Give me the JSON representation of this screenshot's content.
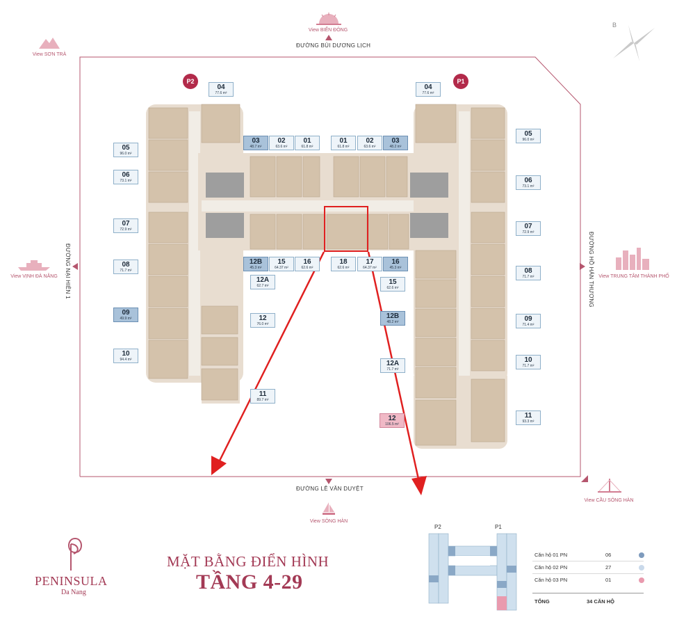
{
  "streets": {
    "top": "ĐƯỜNG BÙI DƯƠNG LỊCH",
    "bottom": "ĐƯỜNG LÊ VĂN DUYỆT",
    "left": "ĐƯỜNG NẠI HIÊN 1",
    "right": "ĐƯỜNG HỒ HÁN THƯƠNG"
  },
  "views": {
    "east": "View BIỂN ĐÔNG",
    "son_tra": "View SƠN TRÀ",
    "vinh_da_nang": "View VỊNH ĐÀ NẴNG",
    "city": "View TRUNG TÂM THÀNH PHỐ",
    "song_han": "View SÔNG HÀN",
    "bridge": "View CẦU SÔNG HÀN"
  },
  "compass": "B",
  "towers": {
    "p2": "P2",
    "p1": "P1"
  },
  "units_left": [
    {
      "code": "04",
      "area": "77.6 m²",
      "type": "2"
    },
    {
      "code": "05",
      "area": "96.0 m²",
      "type": "2"
    },
    {
      "code": "06",
      "area": "73.1 m²",
      "type": "2"
    },
    {
      "code": "07",
      "area": "72.9 m²",
      "type": "2"
    },
    {
      "code": "08",
      "area": "71.7 m²",
      "type": "2"
    },
    {
      "code": "09",
      "area": "49.9 m²",
      "type": "1"
    },
    {
      "code": "10",
      "area": "94.4 m²",
      "type": "2"
    },
    {
      "code": "11",
      "area": "89.7 m²",
      "type": "2"
    },
    {
      "code": "03",
      "area": "48.7 m²",
      "type": "1"
    },
    {
      "code": "02",
      "area": "63.6 m²",
      "type": "2"
    },
    {
      "code": "01",
      "area": "61.8 m²",
      "type": "2"
    },
    {
      "code": "12B",
      "area": "45.3 m²",
      "type": "1"
    },
    {
      "code": "15",
      "area": "64.37 m²",
      "type": "2"
    },
    {
      "code": "16",
      "area": "62.6 m²",
      "type": "2"
    },
    {
      "code": "12A",
      "area": "62.7 m²",
      "type": "2"
    },
    {
      "code": "12",
      "area": "76.0 m²",
      "type": "2"
    }
  ],
  "units_right": [
    {
      "code": "04",
      "area": "77.6 m²",
      "type": "2"
    },
    {
      "code": "05",
      "area": "96.0 m²",
      "type": "2"
    },
    {
      "code": "06",
      "area": "73.1 m²",
      "type": "2"
    },
    {
      "code": "07",
      "area": "72.9 m²",
      "type": "2"
    },
    {
      "code": "08",
      "area": "71.7 m²",
      "type": "2"
    },
    {
      "code": "09",
      "area": "71.4 m²",
      "type": "2"
    },
    {
      "code": "10",
      "area": "71.7 m²",
      "type": "2"
    },
    {
      "code": "11",
      "area": "93.3 m²",
      "type": "2"
    },
    {
      "code": "01",
      "area": "61.8 m²",
      "type": "2"
    },
    {
      "code": "02",
      "area": "63.6 m²",
      "type": "2"
    },
    {
      "code": "03",
      "area": "48.2 m²",
      "type": "1"
    },
    {
      "code": "18",
      "area": "62.6 m²",
      "type": "2"
    },
    {
      "code": "17",
      "area": "64.37 m²",
      "type": "2"
    },
    {
      "code": "16",
      "area": "45.3 m²",
      "type": "1"
    },
    {
      "code": "15",
      "area": "62.6 m²",
      "type": "2"
    },
    {
      "code": "12B",
      "area": "48.2 m²",
      "type": "1"
    },
    {
      "code": "12A",
      "area": "71.7 m²",
      "type": "2"
    },
    {
      "code": "12",
      "area": "106.5 m²",
      "type": "3"
    }
  ],
  "title": {
    "line1": "MẶT BẰNG ĐIỂN HÌNH",
    "line2": "TẦNG 4-29"
  },
  "brand": {
    "name": "PENINSULA",
    "sub": "Da Nang"
  },
  "legend": {
    "rows": [
      {
        "label": "Căn hộ 01 PN",
        "count": "06",
        "color": "#7e9bbd"
      },
      {
        "label": "Căn hộ 02 PN",
        "count": "27",
        "color": "#c9d9ea"
      },
      {
        "label": "Căn hộ 03 PN",
        "count": "01",
        "color": "#e99aae"
      }
    ],
    "total_label": "TỔNG",
    "total_value": "34 CĂN HỘ"
  },
  "colors": {
    "accent": "#a33a55",
    "arrow": "#e02020",
    "type1": "#a9c2da",
    "type2": "#eef4f9",
    "type3": "#f0b9c6"
  }
}
